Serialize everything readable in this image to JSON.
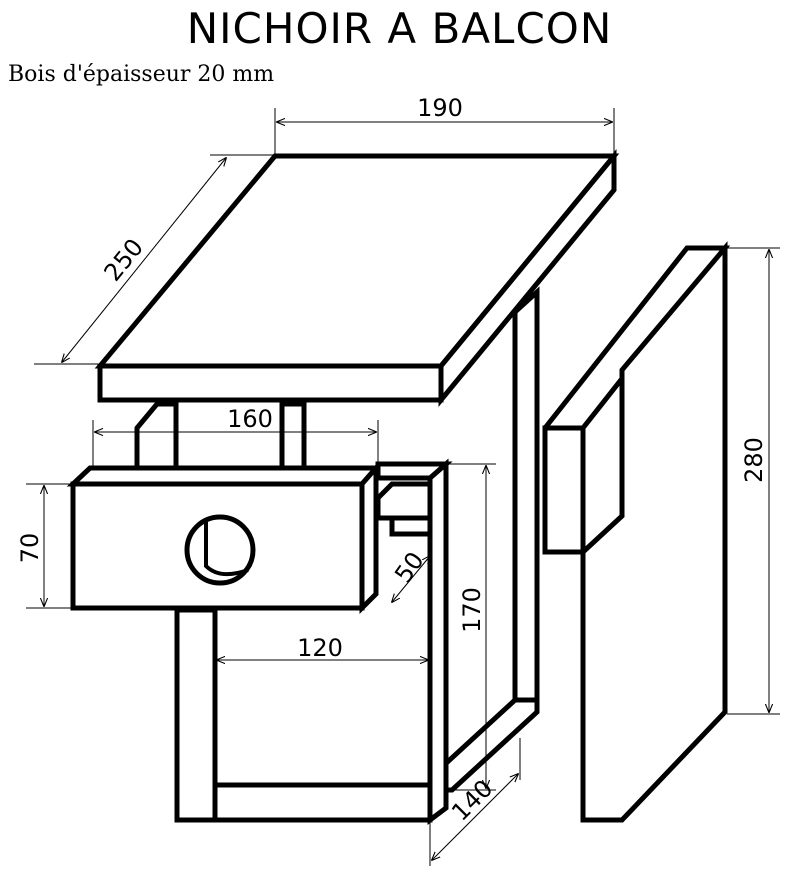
{
  "title": "NICHOIR A BALCON",
  "subtitle": "Bois d'épaisseur 20 mm",
  "dimensions": {
    "roof_width": "190",
    "roof_depth": "250",
    "front_width": "160",
    "front_height": "70",
    "balcony_depth": "50",
    "body_height": "170",
    "floor_width": "120",
    "floor_depth": "140",
    "side_height": "280"
  }
}
